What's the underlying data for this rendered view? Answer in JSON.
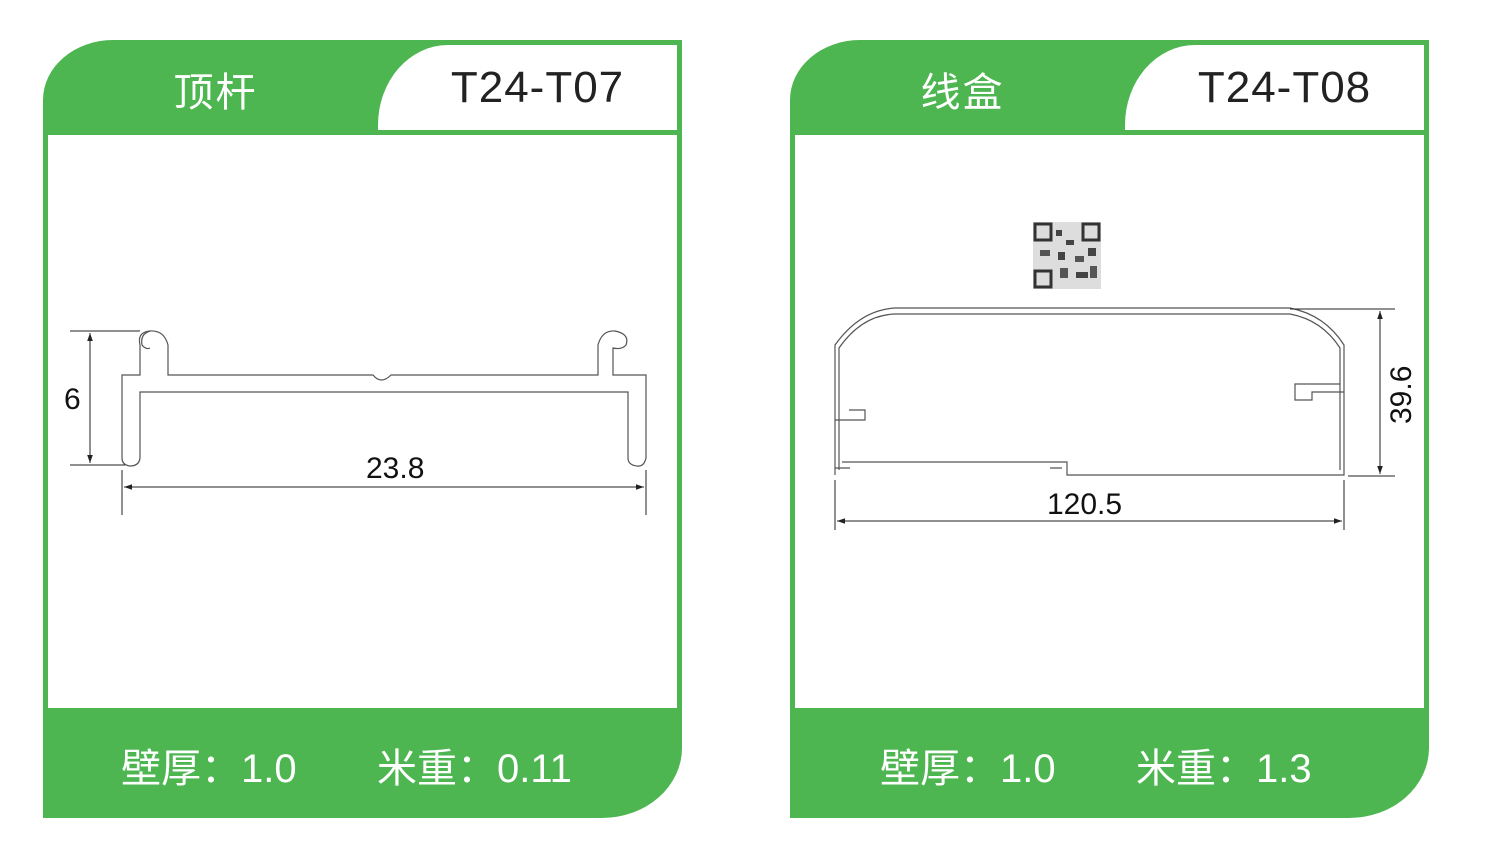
{
  "cards": [
    {
      "name": "顶杆",
      "code": "T24-T07",
      "wall_thickness_label": "壁厚：",
      "wall_thickness": "1.0",
      "weight_label": "米重：",
      "weight": "0.11",
      "dim_width": "23.8",
      "dim_height": "6"
    },
    {
      "name": "线盒",
      "code": "T24-T08",
      "wall_thickness_label": "壁厚：",
      "wall_thickness": "1.0",
      "weight_label": "米重：",
      "weight": "1.3",
      "dim_width": "120.5",
      "dim_height": "39.6"
    }
  ],
  "colors": {
    "brand_green": "#4db651"
  }
}
